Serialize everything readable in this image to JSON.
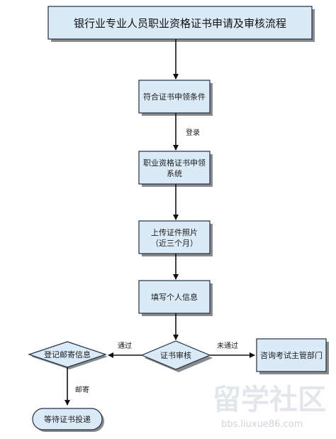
{
  "title": "银行业专业人员职业资格证书申请及审核流程",
  "nodes": {
    "condition": "符合证书申领条件",
    "system_line1": "职业资格证书申领",
    "system_line2": "系统",
    "upload_line1": "上传证件照片",
    "upload_line2": "（近三个月）",
    "fill_info": "填写个人信息",
    "review": "证书审核",
    "register_mail": "登记邮寄信息",
    "consult": "咨询考试主管部门",
    "await_delivery": "等待证书投递"
  },
  "edge_labels": {
    "login": "登录",
    "passed": "通过",
    "not_passed": "未通过",
    "mail": "邮寄"
  },
  "watermark": {
    "brand": "留学社区",
    "url": "bbs.liuxue86.com"
  }
}
